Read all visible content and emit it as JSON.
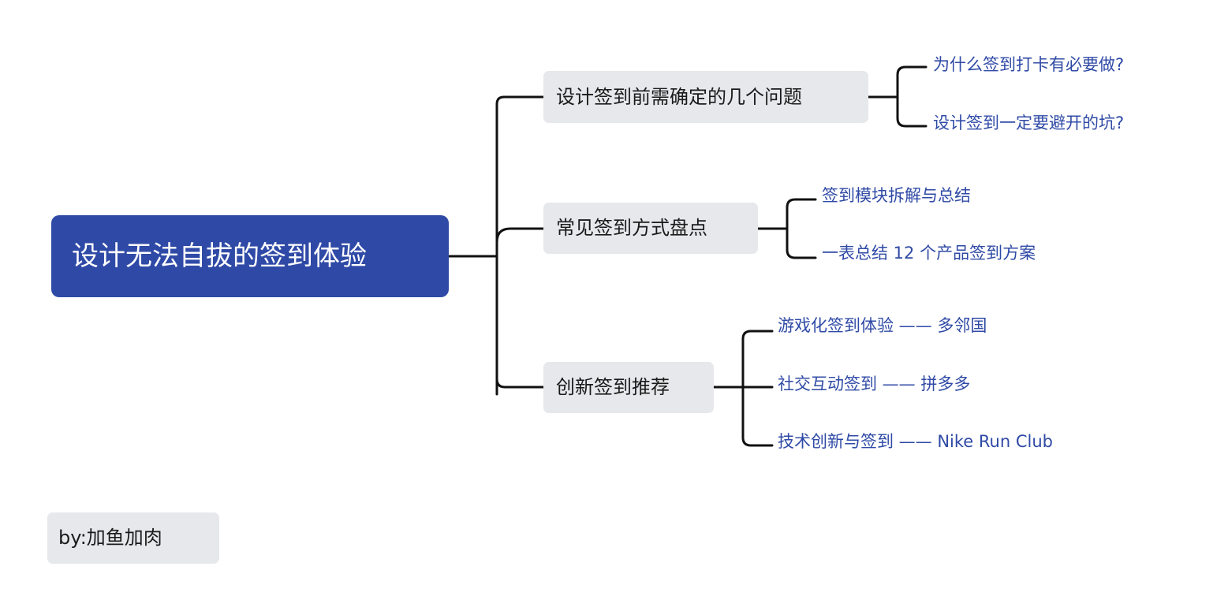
{
  "colors": {
    "root_bg": "#2f4aa6",
    "branch_bg": "#e6e8eb",
    "leaf_text": "#2f4aa6",
    "line": "#111111"
  },
  "mindmap": {
    "root": "设计无法自拔的签到体验",
    "branches": [
      {
        "label": "设计签到前需确定的几个问题",
        "children": [
          "为什么签到打卡有必要做?",
          "设计签到一定要避开的坑?"
        ]
      },
      {
        "label": "常见签到方式盘点",
        "children": [
          "签到模块拆解与总结",
          "一表总结 12 个产品签到方案"
        ]
      },
      {
        "label": "创新签到推荐",
        "children": [
          "游戏化签到体验 —— 多邻国",
          "社交互动签到 —— 拼多多",
          "技术创新与签到 —— Nike Run Club"
        ]
      }
    ]
  },
  "author": "by:加鱼加肉"
}
